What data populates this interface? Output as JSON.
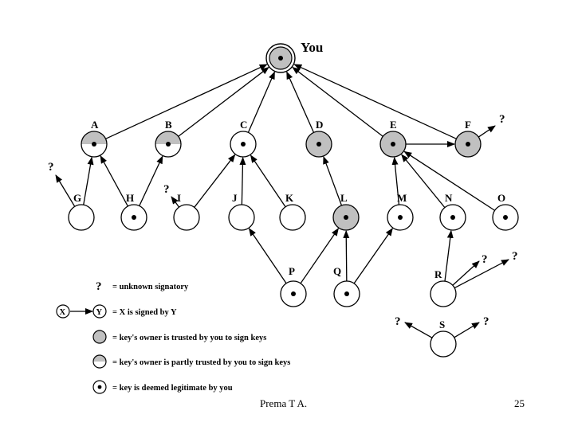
{
  "colors": {
    "trusted_fill": "#c0c0c0",
    "plain_fill": "#ffffff",
    "stroke": "#000000"
  },
  "nodes": [
    {
      "id": "You",
      "label": "You",
      "trusted": true,
      "legit": true,
      "self": true
    },
    {
      "id": "A",
      "label": "A",
      "trusted": "partial",
      "legit": true
    },
    {
      "id": "B",
      "label": "B",
      "trusted": "partial",
      "legit": true
    },
    {
      "id": "C",
      "label": "C",
      "trusted": false,
      "legit": true
    },
    {
      "id": "D",
      "label": "D",
      "trusted": true,
      "legit": true
    },
    {
      "id": "E",
      "label": "E",
      "trusted": true,
      "legit": true
    },
    {
      "id": "F",
      "label": "F",
      "trusted": true,
      "legit": true
    },
    {
      "id": "G",
      "label": "G",
      "trusted": false,
      "legit": false
    },
    {
      "id": "H",
      "label": "H",
      "trusted": false,
      "legit": true
    },
    {
      "id": "I",
      "label": "I",
      "trusted": false,
      "legit": false
    },
    {
      "id": "J",
      "label": "J",
      "trusted": false,
      "legit": false
    },
    {
      "id": "K",
      "label": "K",
      "trusted": false,
      "legit": false
    },
    {
      "id": "L",
      "label": "L",
      "trusted": true,
      "legit": true
    },
    {
      "id": "M",
      "label": "M",
      "trusted": false,
      "legit": true
    },
    {
      "id": "N",
      "label": "N",
      "trusted": false,
      "legit": true
    },
    {
      "id": "O",
      "label": "O",
      "trusted": false,
      "legit": true
    },
    {
      "id": "P",
      "label": "P",
      "trusted": false,
      "legit": true
    },
    {
      "id": "Q",
      "label": "Q",
      "trusted": false,
      "legit": true
    },
    {
      "id": "R",
      "label": "R",
      "trusted": false,
      "legit": false
    },
    {
      "id": "S",
      "label": "S",
      "trusted": false,
      "legit": false
    }
  ],
  "edges": [
    [
      "A",
      "You"
    ],
    [
      "B",
      "You"
    ],
    [
      "C",
      "You"
    ],
    [
      "D",
      "You"
    ],
    [
      "E",
      "You"
    ],
    [
      "F",
      "You"
    ],
    [
      "E",
      "F"
    ],
    [
      "G",
      "A"
    ],
    [
      "H",
      "A"
    ],
    [
      "H",
      "B"
    ],
    [
      "I",
      "C"
    ],
    [
      "J",
      "C"
    ],
    [
      "K",
      "C"
    ],
    [
      "L",
      "D"
    ],
    [
      "M",
      "E"
    ],
    [
      "N",
      "E"
    ],
    [
      "O",
      "E"
    ],
    [
      "P",
      "J"
    ],
    [
      "P",
      "L"
    ],
    [
      "Q",
      "L"
    ],
    [
      "Q",
      "M"
    ],
    [
      "R",
      "N"
    ]
  ],
  "unknown_marks": [
    {
      "id": "q-F",
      "text": "?"
    },
    {
      "id": "q-G",
      "text": "?"
    },
    {
      "id": "q-I",
      "text": "?"
    },
    {
      "id": "q-R1",
      "text": "?"
    },
    {
      "id": "q-R2",
      "text": "?"
    },
    {
      "id": "q-S1",
      "text": "?"
    },
    {
      "id": "q-S2",
      "text": "?"
    }
  ],
  "legend": {
    "unknown_symbol": "?",
    "unknown": "= unknown signatory",
    "x_symbol": "X",
    "y_symbol": "Y",
    "signed": "= X is signed by Y",
    "trusted": "= key's owner is trusted by you to sign keys",
    "partial": "= key's owner is partly trusted by you to sign keys",
    "legit": "= key is deemed legitimate by you"
  },
  "footer": {
    "author": "Prema T A.",
    "page": "25"
  }
}
